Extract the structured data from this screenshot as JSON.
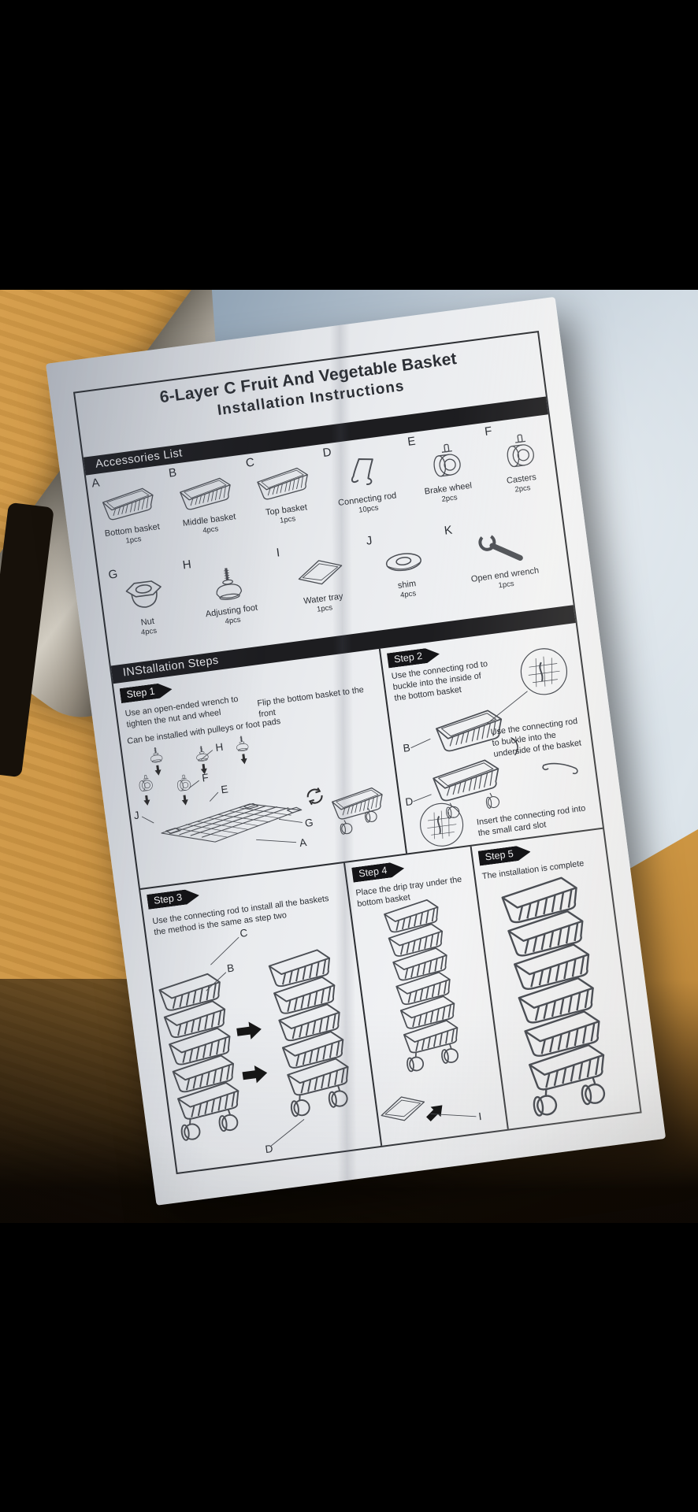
{
  "sheet": {
    "title1": "6-Layer C Fruit And Vegetable Basket",
    "title2": "Installation Instructions",
    "accessories": {
      "header": "Accessories List",
      "items": [
        {
          "letter": "A",
          "name": "Bottom basket",
          "qty": "1pcs"
        },
        {
          "letter": "B",
          "name": "Middle basket",
          "qty": "4pcs"
        },
        {
          "letter": "C",
          "name": "Top basket",
          "qty": "1pcs"
        },
        {
          "letter": "D",
          "name": "Connecting rod",
          "qty": "10pcs"
        },
        {
          "letter": "E",
          "name": "Brake wheel",
          "qty": "2pcs"
        },
        {
          "letter": "F",
          "name": "Casters",
          "qty": "2pcs"
        },
        {
          "letter": "G",
          "name": "Nut",
          "qty": "4pcs"
        },
        {
          "letter": "H",
          "name": "Adjusting foot",
          "qty": "4pcs"
        },
        {
          "letter": "I",
          "name": "Water tray",
          "qty": "1pcs"
        },
        {
          "letter": "J",
          "name": "shim",
          "qty": "4pcs"
        },
        {
          "letter": "K",
          "name": "Open end wrench",
          "qty": "1pcs"
        }
      ]
    },
    "steps_header": "INStallation Steps",
    "steps": {
      "s1": {
        "label": "Step 1",
        "text1": "Use an open-ended wrench to tighten the nut and wheel",
        "text2": "Flip the bottom basket to the front",
        "text3": "Can be installed with pulleys or foot pads",
        "parts": [
          "H",
          "F",
          "E",
          "J",
          "G",
          "A"
        ]
      },
      "s2": {
        "label": "Step 2",
        "text1": "Use the connecting rod to buckle into the inside of the bottom basket",
        "text2": "Use the connecting rod to buckle into the underside of the basket",
        "text3": "Insert the connecting rod into the small card slot",
        "parts": [
          "B",
          "D"
        ]
      },
      "s3": {
        "label": "Step 3",
        "text1": "Use the connecting rod to install all the baskets the method is the same as step two",
        "parts": [
          "C",
          "B",
          "D"
        ]
      },
      "s4": {
        "label": "Step 4",
        "text1": "Place the drip tray under the bottom basket",
        "parts": [
          "I"
        ]
      },
      "s5": {
        "label": "Step 5",
        "text1": "The installation is complete",
        "parts": []
      }
    }
  }
}
